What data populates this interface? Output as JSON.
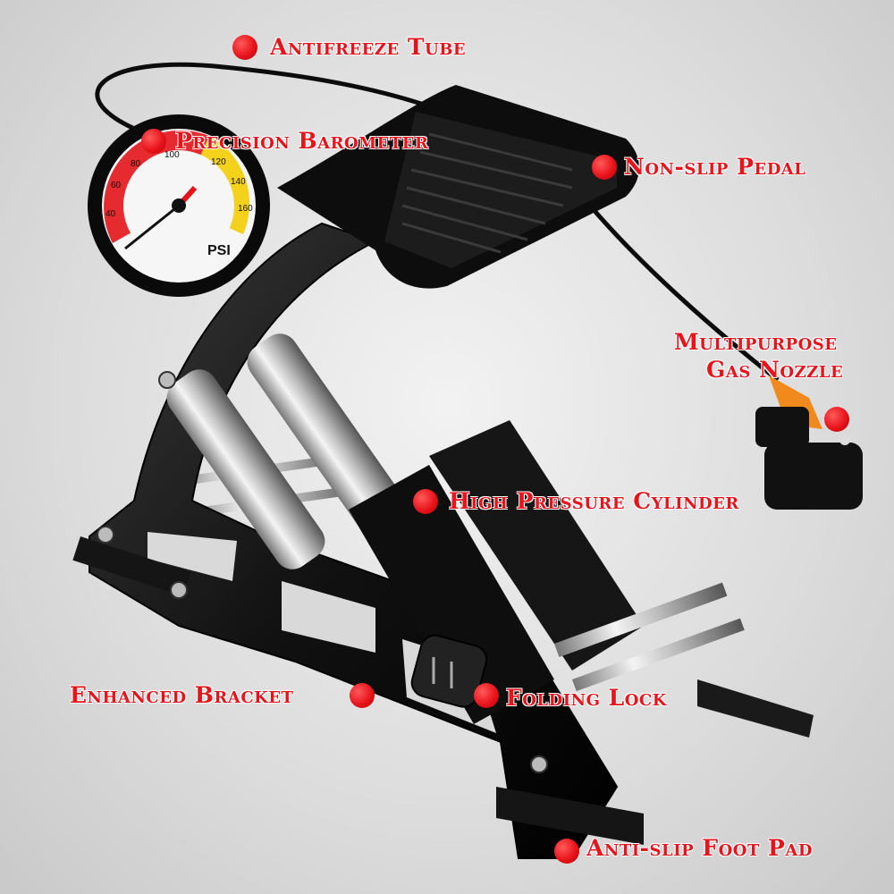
{
  "colors": {
    "accent": "#e8141b",
    "body": "#111111",
    "metal": "#c8c8c8",
    "nozzle": "#f08a1c"
  },
  "labels": {
    "antifreeze_tube": "Antifreeze Tube",
    "precision_barometer": "Precision Barometer",
    "non_slip_pedal": "Non-slip Pedal",
    "multipurpose_nozzle_line1": "Multipurpose",
    "multipurpose_nozzle_line2": "Gas Nozzle",
    "high_pressure_cylinder": "High Pressure Cylinder",
    "enhanced_bracket": "Enhanced Bracket",
    "folding_lock": "Folding Lock",
    "anti_slip_foot_pad": "Anti-slip Foot Pad"
  },
  "gauge": {
    "unit": "PSI",
    "ticks": [
      "40",
      "60",
      "80",
      "100",
      "120",
      "140",
      "160"
    ]
  }
}
